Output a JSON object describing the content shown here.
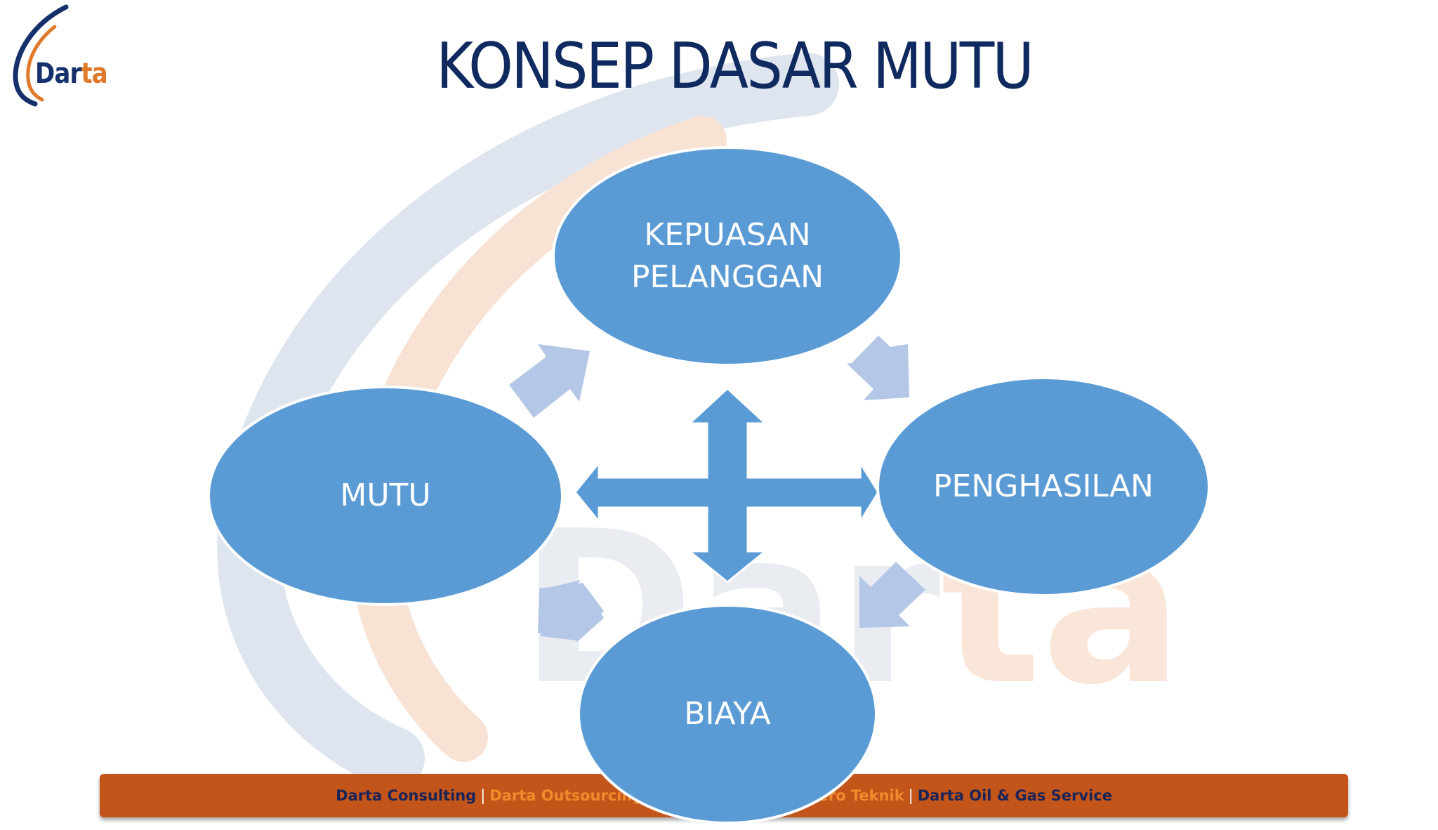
{
  "logo": {
    "text_main": "Dar",
    "text_accent": "ta"
  },
  "title": "KONSEP DASAR MUTU",
  "watermark": {
    "text_main": "Dar",
    "text_accent": "ta"
  },
  "diagram": {
    "nodes": [
      {
        "id": "kepuasan",
        "lines": [
          "KEPUASAN",
          "PELANGGAN"
        ]
      },
      {
        "id": "penghasilan",
        "lines": [
          "PENGHASILAN"
        ]
      },
      {
        "id": "biaya",
        "lines": [
          "BIAYA"
        ]
      },
      {
        "id": "mutu",
        "lines": [
          "MUTU"
        ]
      }
    ],
    "cycle_arrows": [
      {
        "from": "mutu",
        "to": "kepuasan"
      },
      {
        "from": "kepuasan",
        "to": "penghasilan"
      },
      {
        "from": "penghasilan",
        "to": "biaya"
      },
      {
        "from": "biaya",
        "to": "mutu"
      }
    ],
    "center": "four-way double arrow connecting all nodes"
  },
  "footer": {
    "items": [
      {
        "text": "Darta Consulting",
        "style": "dark"
      },
      {
        "text": "Darta Outsourcing",
        "style": "orange"
      },
      {
        "text": "ero Teknik",
        "style": "orange"
      },
      {
        "text": "Darta Oil & Gas Service",
        "style": "dark"
      }
    ],
    "separator": "|"
  },
  "colors": {
    "title": "#0e2a5f",
    "node_fill": "#5b9bd5",
    "node_stroke": "#ffffff",
    "cycle_arrow": "#b4c7e7",
    "cross_arrow": "#5b9bd5",
    "footer_bar": "#c4551a",
    "footer_dark": "#1b2456",
    "footer_orange": "#f08a2c"
  }
}
